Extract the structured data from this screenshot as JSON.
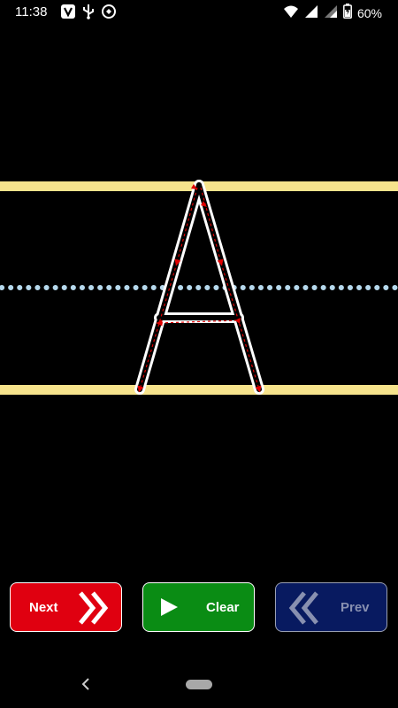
{
  "status_bar": {
    "time": "11:38",
    "battery": "60%",
    "left_icons": [
      "vivaldi-icon",
      "usb-icon",
      "sync-icon"
    ],
    "right_icons": [
      "wifi-icon",
      "signal-icon",
      "signal-icon-2",
      "battery-icon"
    ]
  },
  "tracing": {
    "letter": "A",
    "guide_colors": {
      "top_line": "#f6e38c",
      "mid_line": "#b5d8ec",
      "bottom_line": "#f6e38c",
      "stroke": "#ffffff",
      "direction_arrows": "#e00000"
    }
  },
  "buttons": {
    "next_label": "Next",
    "clear_label": "Clear",
    "prev_label": "Prev"
  },
  "colors": {
    "next": "#e00010",
    "clear": "#0a8c14",
    "prev": "#081a60"
  }
}
